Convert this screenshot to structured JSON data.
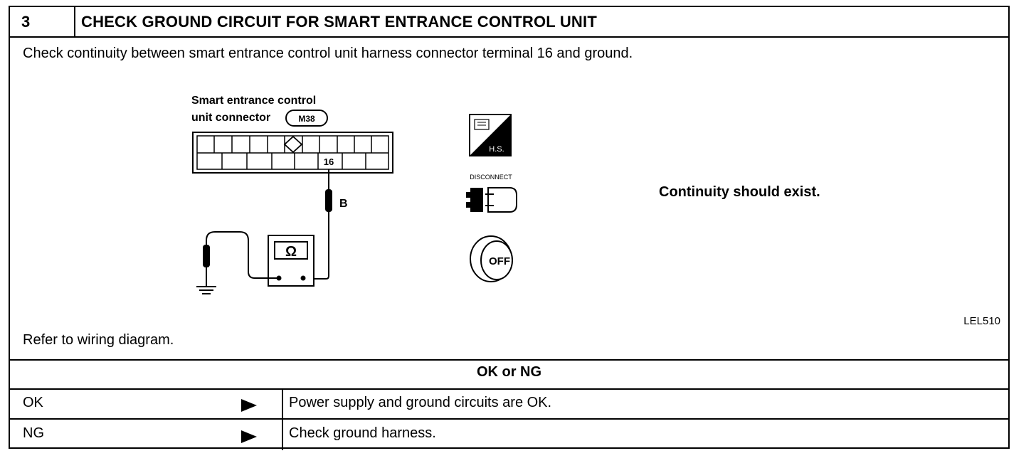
{
  "step": {
    "number": "3",
    "title": "CHECK GROUND CIRCUIT FOR SMART ENTRANCE CONTROL UNIT"
  },
  "instruction": "Check continuity between smart entrance control unit harness connector terminal 16 and ground.",
  "diagram": {
    "connector_label_line1": "Smart entrance control",
    "connector_label_line2": "unit connector",
    "connector_id": "M38",
    "terminal": "16",
    "wire_color": "B",
    "meter_symbol": "Ω",
    "hs_label": "H.S.",
    "disconnect_label": "DISCONNECT",
    "off_label": "OFF",
    "figure_code": "LEL510",
    "icons": [
      "harness-side-icon",
      "disconnect-icon",
      "ignition-off-icon",
      "ground-symbol-icon",
      "ohmmeter-icon"
    ]
  },
  "result_text": "Continuity should exist.",
  "refer_text": "Refer to wiring diagram.",
  "decision_prompt": "OK or NG",
  "outcomes": [
    {
      "label": "OK",
      "action": "Power supply and ground circuits are OK."
    },
    {
      "label": "NG",
      "action": "Check ground harness."
    }
  ]
}
